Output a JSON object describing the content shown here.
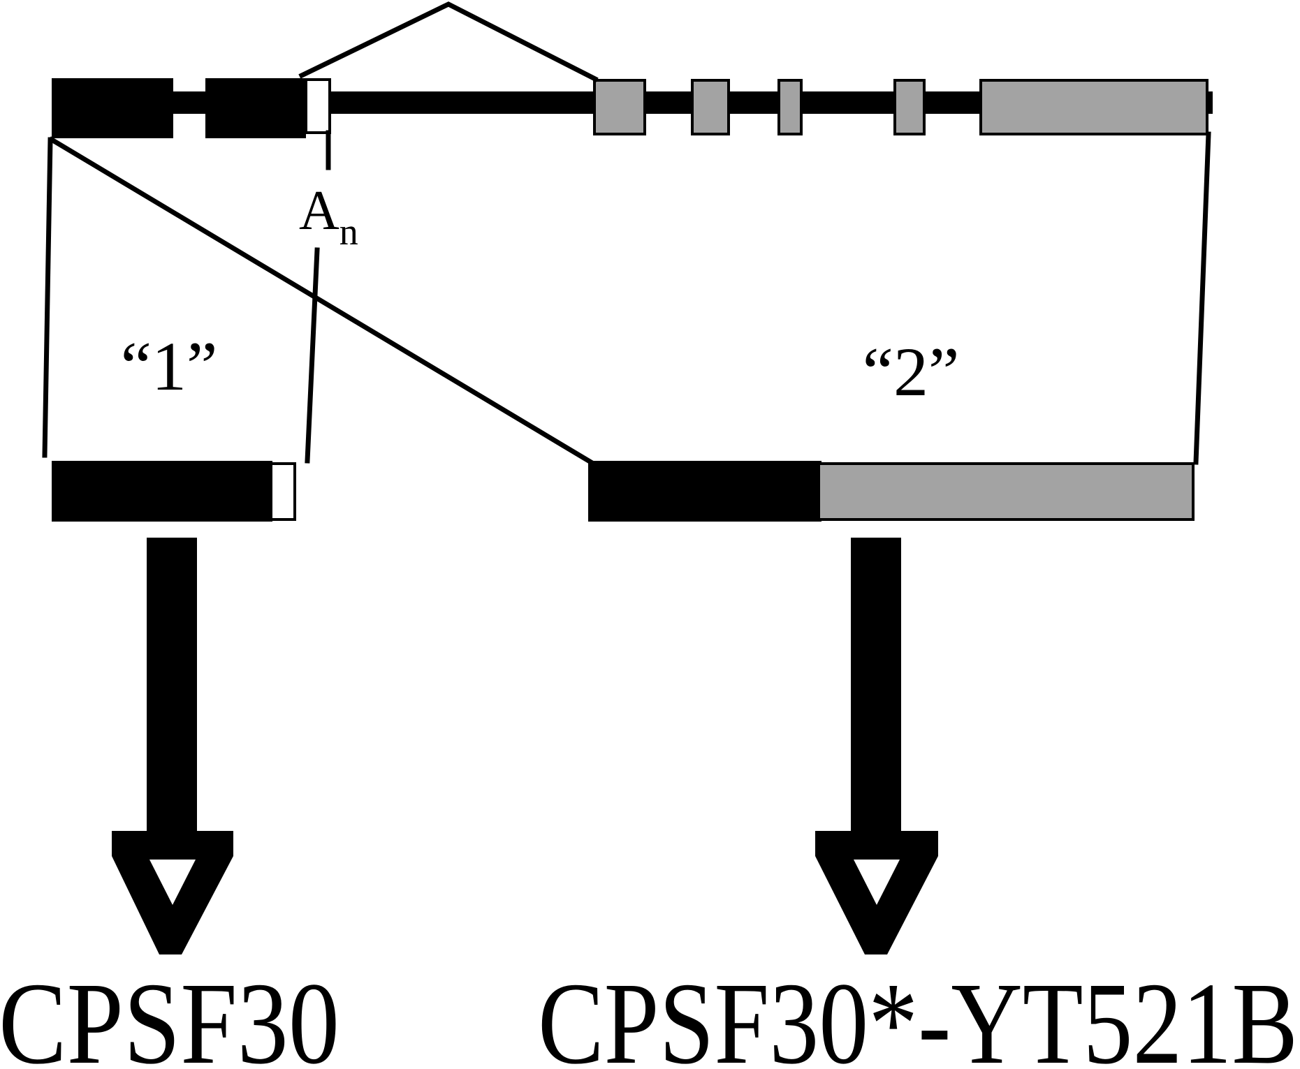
{
  "polyA": {
    "base": "A",
    "subscript": "n"
  },
  "transcripts": [
    {
      "label": "“1”",
      "product": "CPSF30"
    },
    {
      "label": "“2”",
      "product": "CPSF30*-YT521B"
    }
  ],
  "colors": {
    "cpsf30_coding": "#000000",
    "yt521b_coding": "#a3a3a3",
    "utr": "#ffffff",
    "background": "#ffffff"
  }
}
